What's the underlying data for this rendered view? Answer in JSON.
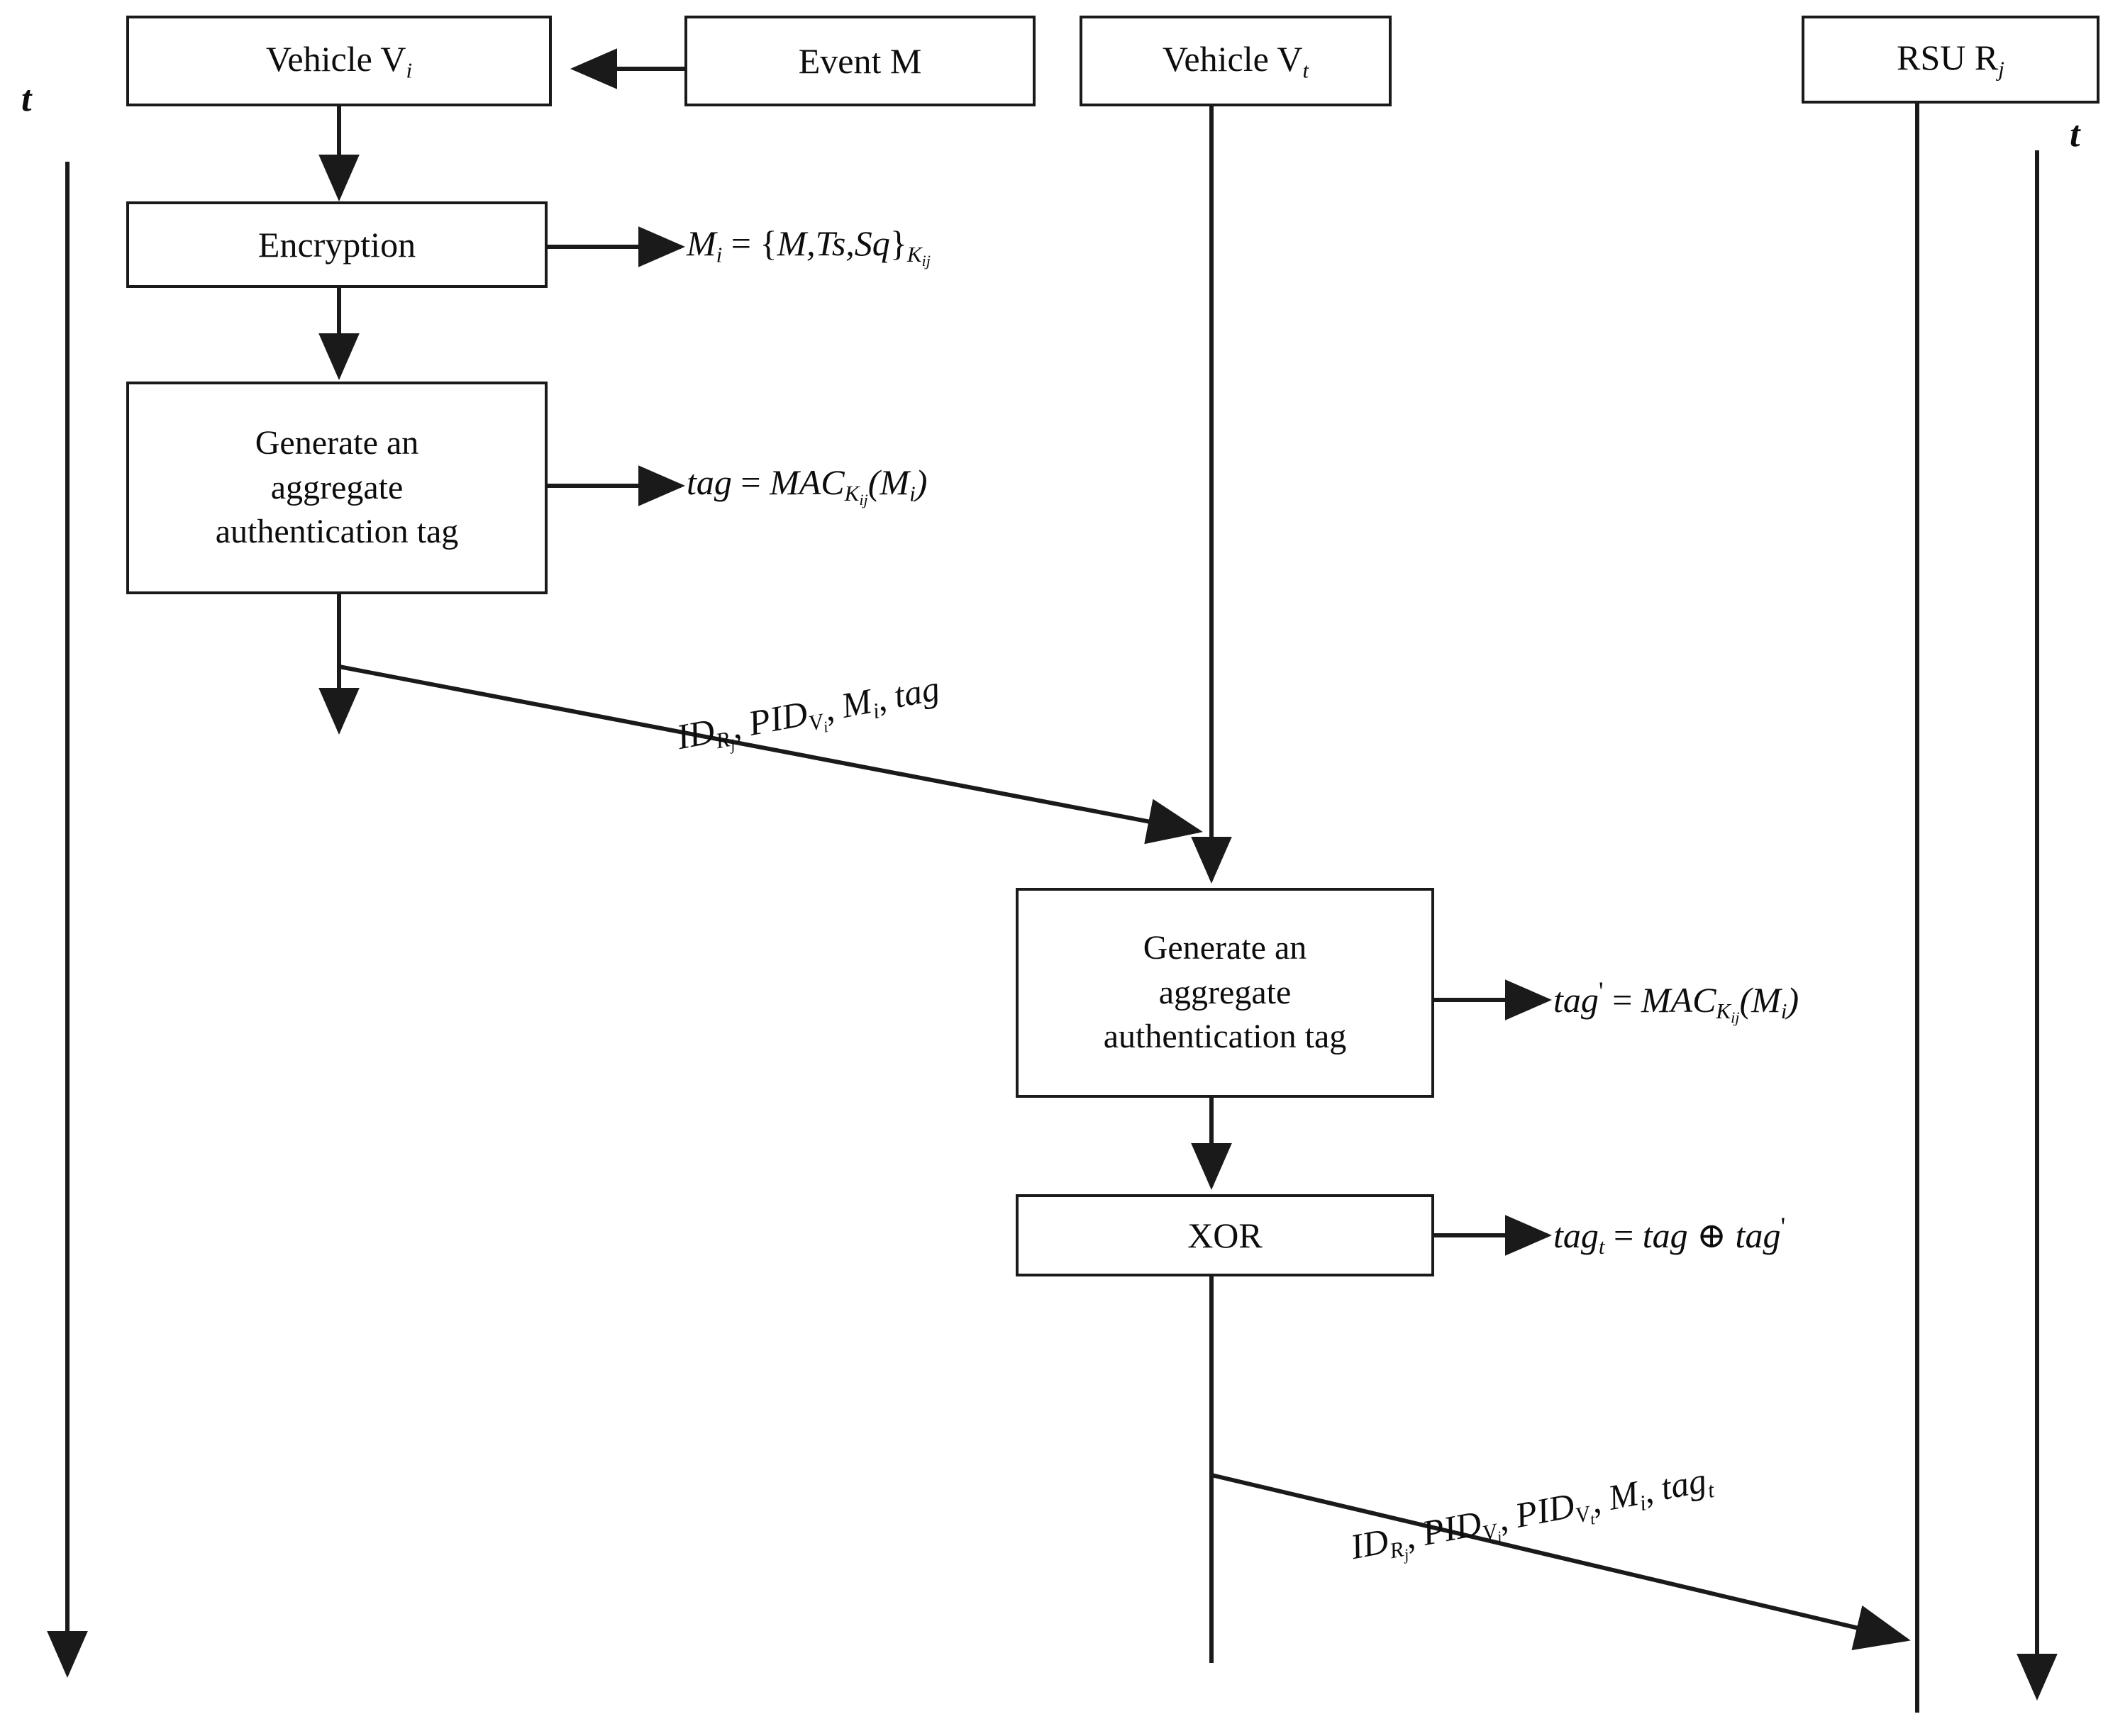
{
  "diagram": {
    "title": "Aggregate authentication message flow sequence diagram",
    "type": "sequence-diagram",
    "background_color": "#ffffff",
    "line_color": "#1a1a1a",
    "text_color": "#0d0d0d"
  },
  "axes": {
    "left_time_label": "t",
    "right_time_label": "t"
  },
  "lifelines": [
    {
      "id": "vehicle-vi",
      "header": "Vehicle  V",
      "header_sub": "i"
    },
    {
      "id": "event-m",
      "header": "Event M",
      "header_sub": ""
    },
    {
      "id": "vehicle-vt",
      "header": "Vehicle V",
      "header_sub": "t"
    },
    {
      "id": "rsu-rj",
      "header": "RSU  R",
      "header_sub": "j"
    }
  ],
  "boxes": {
    "vehicle_vi": {
      "text": "Vehicle  V",
      "sub": "i"
    },
    "event_m": {
      "text": "Event M",
      "sub": ""
    },
    "vehicle_vt": {
      "text": "Vehicle V",
      "sub": "t"
    },
    "rsu_rj": {
      "text": "RSU  R",
      "sub": "j"
    },
    "encryption": {
      "text": "Encryption"
    },
    "generate_tag_left": {
      "line1": "Generate an",
      "line2": "aggregate",
      "line3": "authentication tag"
    },
    "generate_tag_mid": {
      "line1": "Generate an",
      "line2": "aggregate",
      "line3": "authentication tag"
    },
    "xor": {
      "text": "XOR"
    }
  },
  "formulas": {
    "encryption_output": {
      "lhs": "M",
      "lhs_sub": "i",
      "eq": " = {",
      "body": "M,Ts,Sq",
      "close": "}",
      "key_sub": "K",
      "key_sub_sub": "ij",
      "plain": "M_i = {M,Ts,Sq}_{K_ij}"
    },
    "tag_vi": {
      "lhs": "tag",
      "eq": " = ",
      "fn": "MAC",
      "key_sub": "K",
      "key_sub_sub": "ij",
      "arg": "(M",
      "arg_sub": "i",
      "arg_close": ")",
      "plain": "tag = MAC_{K_ij}(M_i)"
    },
    "tag_prime_vt": {
      "lhs": "tag",
      "prime": "'",
      "eq": " = ",
      "fn": "MAC",
      "key_sub": "K",
      "key_sub_sub": "ij",
      "arg": "(M",
      "arg_sub": "i",
      "arg_close": ")",
      "plain": "tag' = MAC_{K_ij}(M_i)"
    },
    "tag_xor": {
      "lhs": "tag",
      "lhs_sub": "t",
      "eq": " = ",
      "op1": "tag",
      "xor": " ⊕ ",
      "op2": "tag",
      "prime": "'",
      "plain": "tag_t = tag ⊕ tag'"
    }
  },
  "messages": [
    {
      "id": "msg-vi-to-vt",
      "from": "vehicle-vi",
      "to": "vehicle-vt",
      "plain": "ID_{R_j}, PID_{V_i}, M_i, tag",
      "parts": [
        {
          "base": "ID",
          "sub": "R",
          "subsub": "j"
        },
        {
          "sep": ", "
        },
        {
          "base": "PID",
          "sub": "V",
          "subsub": "i"
        },
        {
          "sep": ", "
        },
        {
          "base": "M",
          "sub": "i"
        },
        {
          "sep": ", "
        },
        {
          "base": "tag"
        }
      ]
    },
    {
      "id": "msg-vt-to-rsu",
      "from": "vehicle-vt",
      "to": "rsu-rj",
      "plain": "ID_{R_j}, PID_{V_i}, PID_{V_t}, M_i, tag_t",
      "parts": [
        {
          "base": "ID",
          "sub": "R",
          "subsub": "j"
        },
        {
          "sep": ", "
        },
        {
          "base": "PID",
          "sub": "V",
          "subsub": "i"
        },
        {
          "sep": ", "
        },
        {
          "base": "PID",
          "sub": "V",
          "subsub": "t"
        },
        {
          "sep": ", "
        },
        {
          "base": "M",
          "sub": "i"
        },
        {
          "sep": ", "
        },
        {
          "base": "tag",
          "sub": "t"
        }
      ]
    }
  ]
}
